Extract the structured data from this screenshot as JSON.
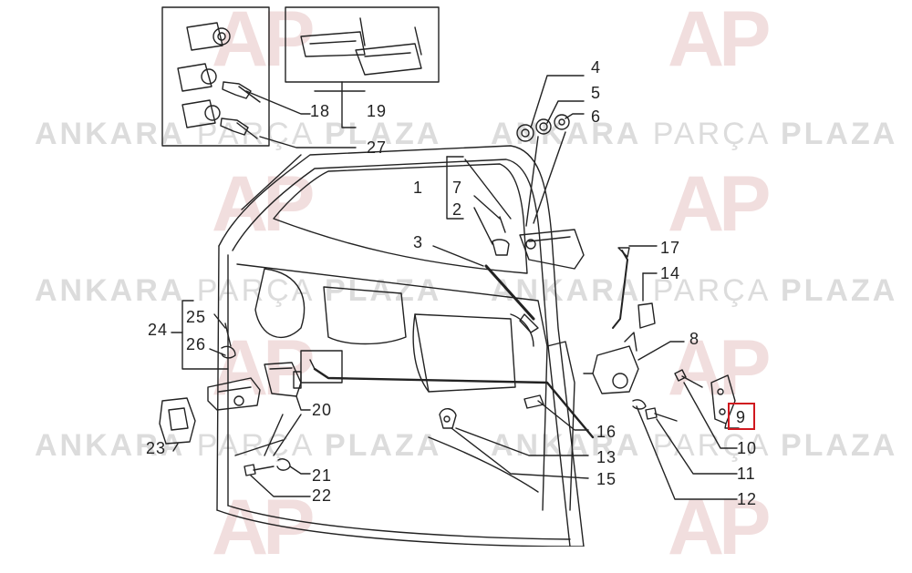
{
  "watermark": {
    "word1": "ANKARA",
    "word2": "PARÇA",
    "word3": "PLAZA",
    "logo_glyph": "AP",
    "color": "#dcdcdc"
  },
  "callouts": {
    "c1": "1",
    "c2": "2",
    "c3": "3",
    "c4": "4",
    "c5": "5",
    "c6": "6",
    "c7": "7",
    "c8": "8",
    "c9": "9",
    "c10": "10",
    "c11": "11",
    "c12": "12",
    "c13": "13",
    "c14": "14",
    "c15": "15",
    "c16": "16",
    "c17": "17",
    "c18": "18",
    "c19": "19",
    "c20": "20",
    "c21": "21",
    "c22": "22",
    "c23": "23",
    "c24": "24",
    "c25": "25",
    "c26": "26",
    "c27": "27"
  },
  "highlight": {
    "part": "9",
    "color": "#d0181f"
  },
  "line_color": "#222222"
}
